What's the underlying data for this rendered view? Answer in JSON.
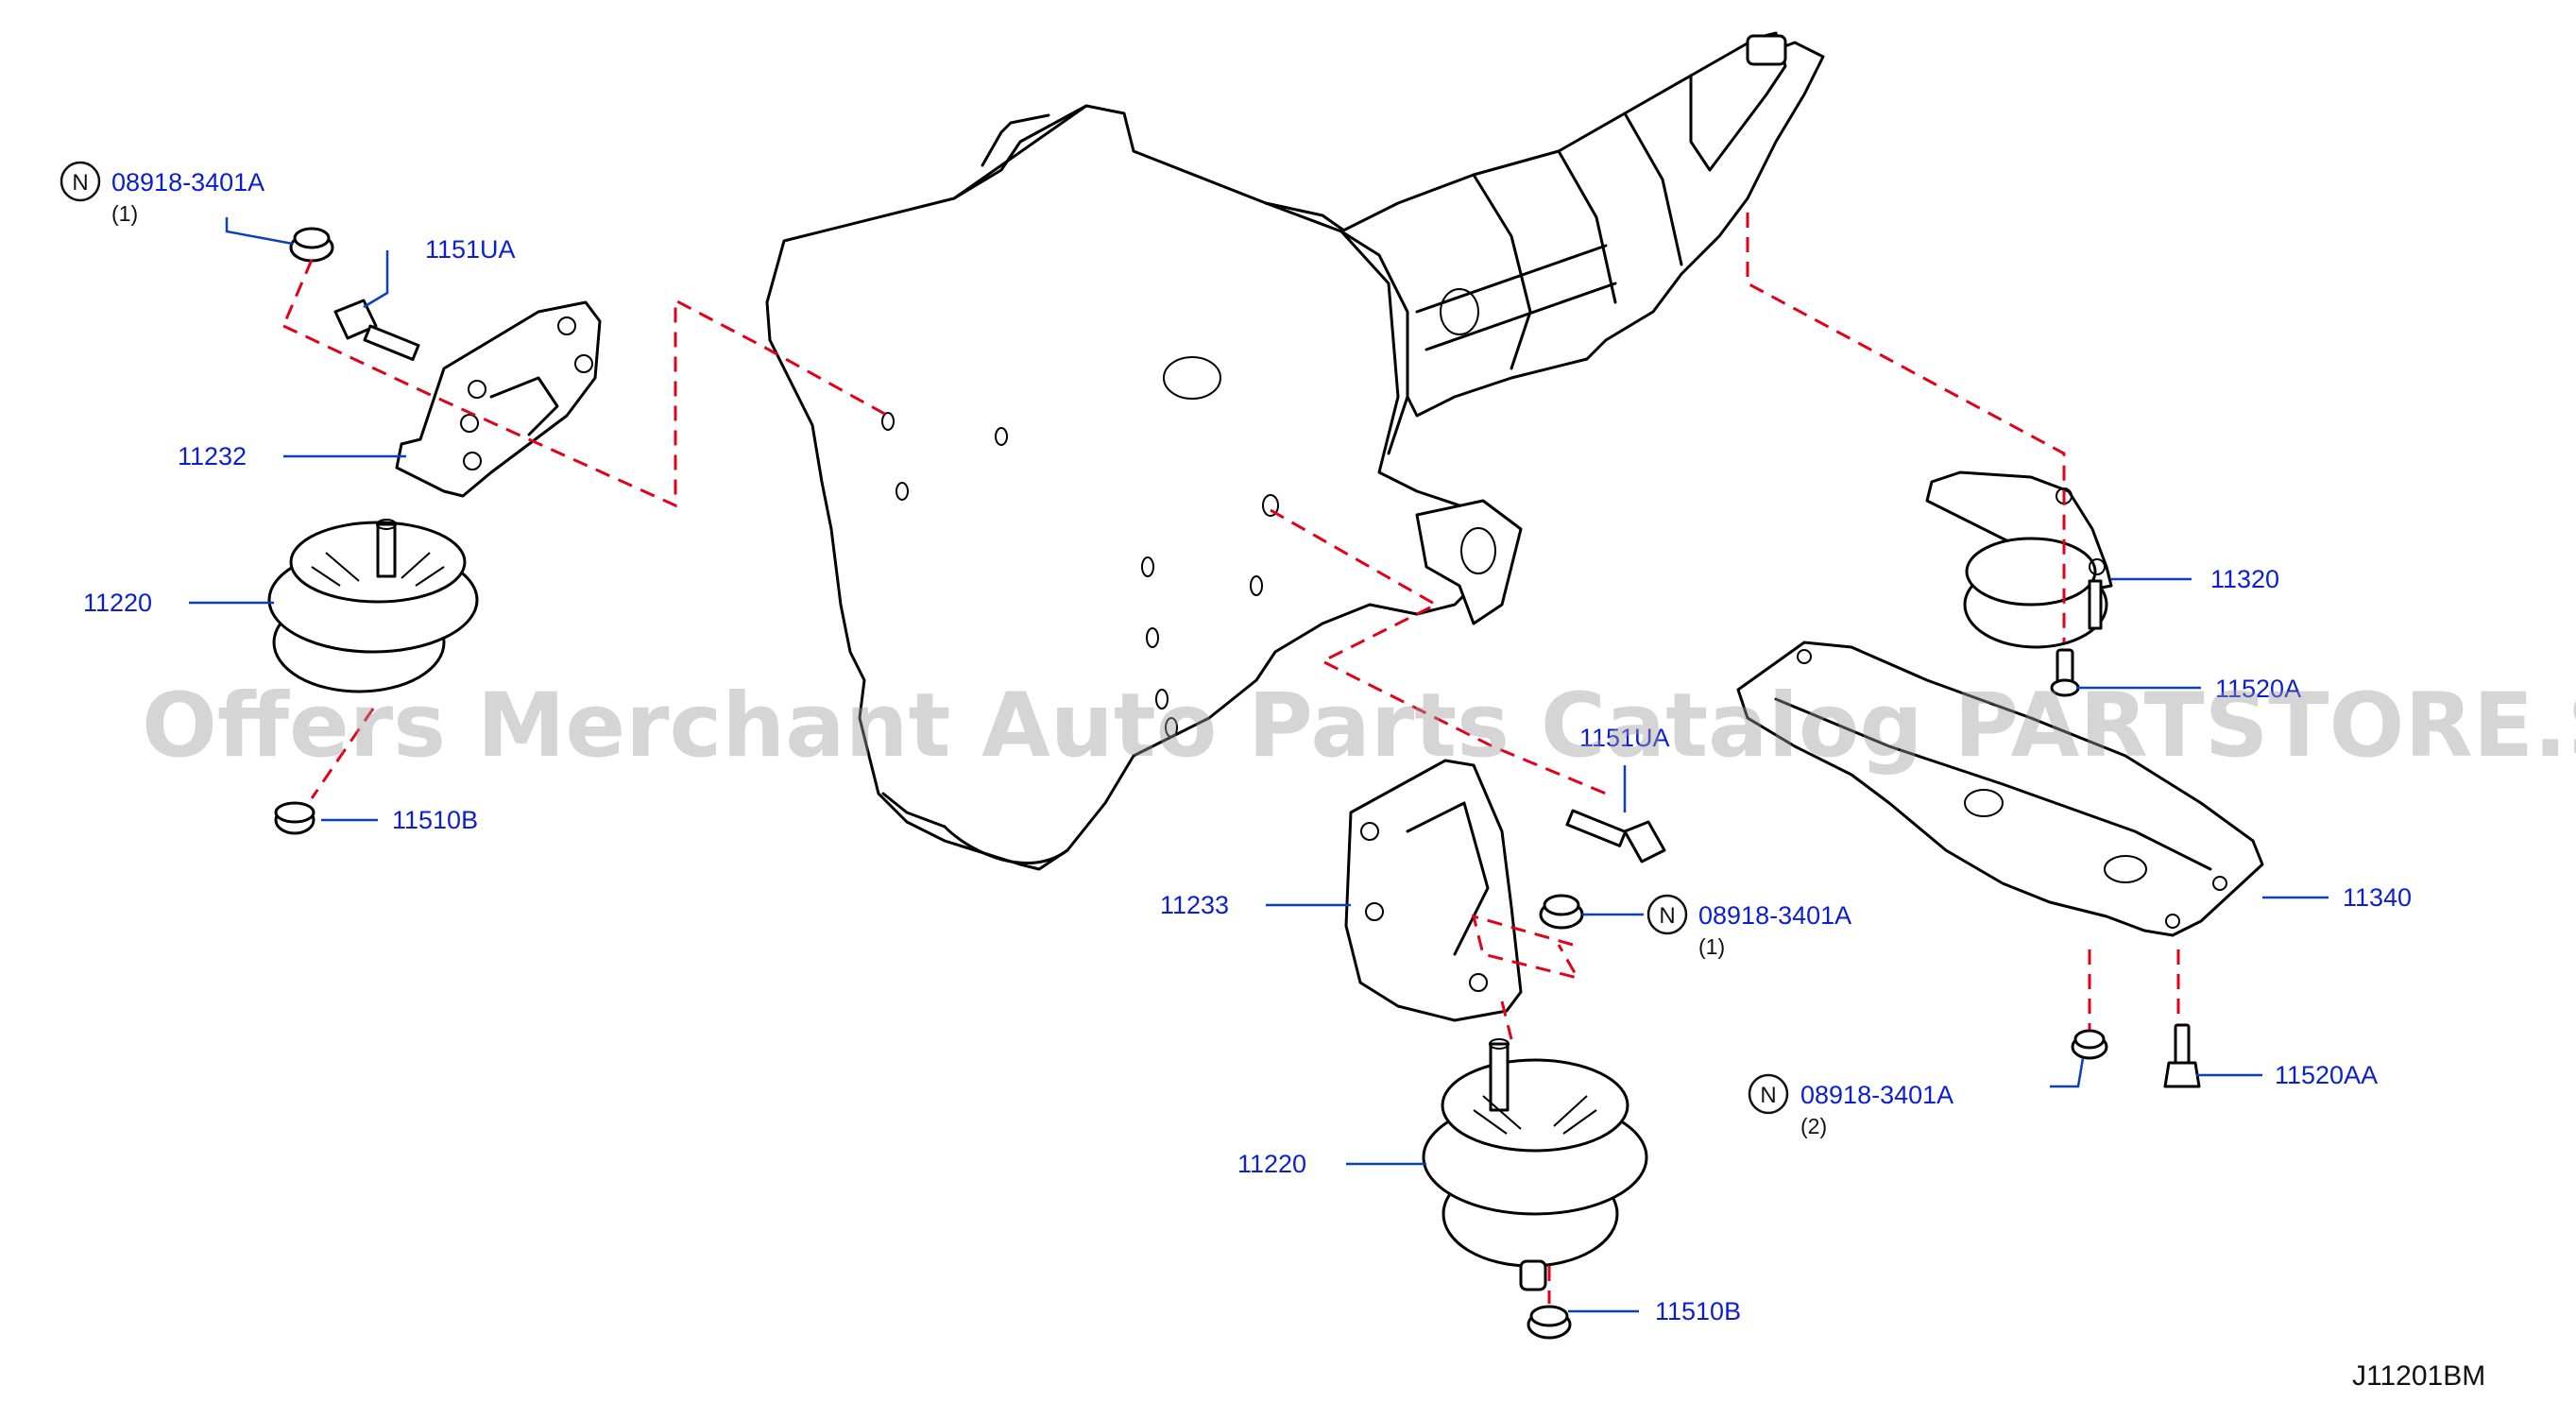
{
  "watermark": "Offers Merchant Auto Parts Catalog PARTSTORE.SA",
  "diagram_code": "J11201BM",
  "note_symbol": "N",
  "callouts": {
    "nut_top_left": "08918-3401A",
    "nut_top_left_qty": "(1)",
    "bolt_top_left": "1151UA",
    "bracket_left": "11232",
    "insulator_left": "11220",
    "nut_left_bottom": "11510B",
    "bolt_center": "1151UA",
    "bracket_right": "11233",
    "nut_center": "08918-3401A",
    "nut_center_qty": "(1)",
    "insulator_right": "11220",
    "nut_right_bottom": "11510B",
    "rear_insulator": "11320",
    "rear_stud": "11520A",
    "crossmember": "11340",
    "nut_rear": "08918-3401A",
    "nut_rear_qty": "(2)",
    "bolt_rear": "11520AA"
  }
}
